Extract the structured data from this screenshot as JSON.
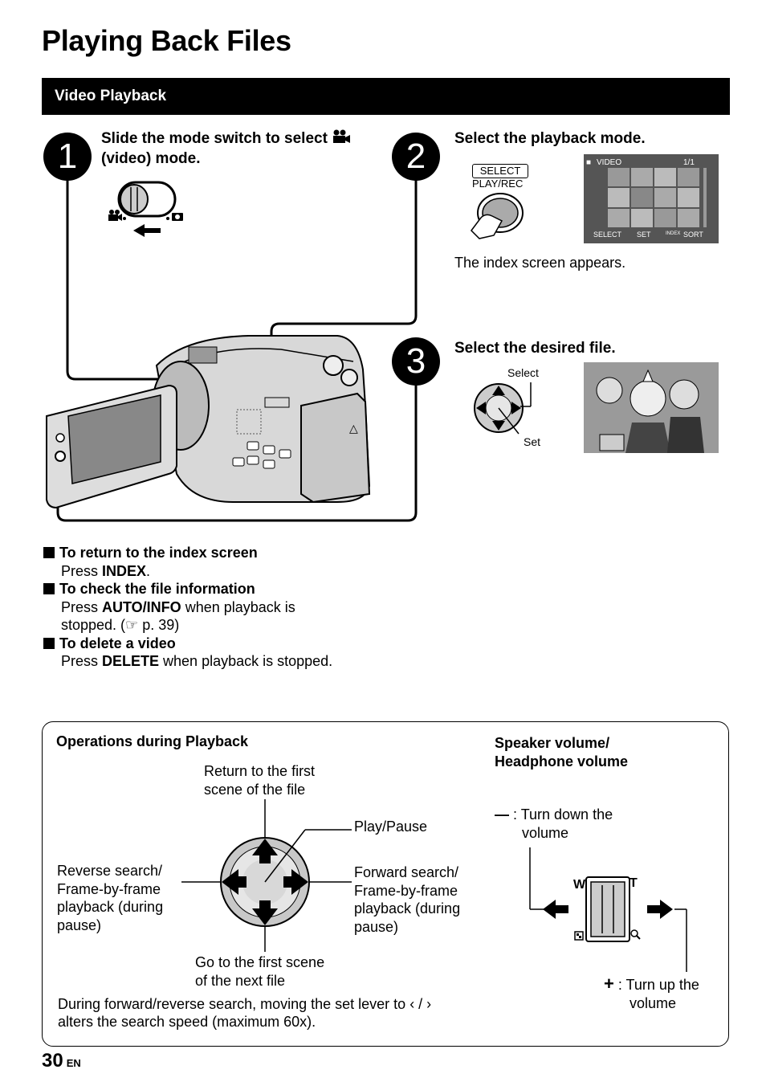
{
  "page": {
    "title": "Playing Back Files",
    "number": "30",
    "lang": "EN"
  },
  "section": {
    "title": "Video Playback"
  },
  "steps": [
    {
      "num": "1",
      "heading_line1": "Slide the mode switch to select",
      "heading_line2": "(video) mode."
    },
    {
      "num": "2",
      "heading": "Select the playback mode.",
      "button_label_top": "SELECT",
      "button_label_bottom": "PLAY/REC",
      "note": "The index screen appears.",
      "screen": {
        "mode": "VIDEO",
        "page": "1/1",
        "footer_select": "SELECT",
        "footer_set": "SET",
        "footer_index": "INDEX",
        "footer_sort": "SORT"
      }
    },
    {
      "num": "3",
      "heading": "Select the desired file.",
      "select_label": "Select",
      "set_label": "Set"
    }
  ],
  "notes": [
    {
      "title": "To return to the index screen",
      "text_pre": "Press ",
      "text_bold": "INDEX",
      "text_post": "."
    },
    {
      "title": "To check the file information",
      "text_pre": "Press ",
      "text_bold": "AUTO/INFO",
      "text_post": " when playback is",
      "text_line2": "stopped. (☞ p. 39)"
    },
    {
      "title": "To delete a video",
      "text_pre": "Press ",
      "text_bold": "DELETE",
      "text_post": " when playback is stopped."
    }
  ],
  "operations": {
    "title": "Operations during Playback",
    "up": [
      "Return to the first",
      "scene of the file"
    ],
    "center": "Play/Pause",
    "left": [
      "Reverse search/",
      "Frame-by-frame",
      "playback (during",
      "pause)"
    ],
    "right": [
      "Forward search/",
      "Frame-by-frame",
      "playback (during",
      "pause)"
    ],
    "down": [
      "Go to the first scene",
      "of the next file"
    ],
    "footnote_line1": "During forward/reverse search, moving the set lever to ‹ / ›",
    "footnote_line2": "alters the search speed (maximum 60x)."
  },
  "volume": {
    "title": [
      "Speaker volume/",
      "Headphone volume"
    ],
    "minus_symbol": "—",
    "minus": [
      ": Turn down the",
      "volume"
    ],
    "plus_symbol": "+",
    "plus": [
      ": Turn up the",
      "volume"
    ],
    "w": "W",
    "t": "T"
  }
}
